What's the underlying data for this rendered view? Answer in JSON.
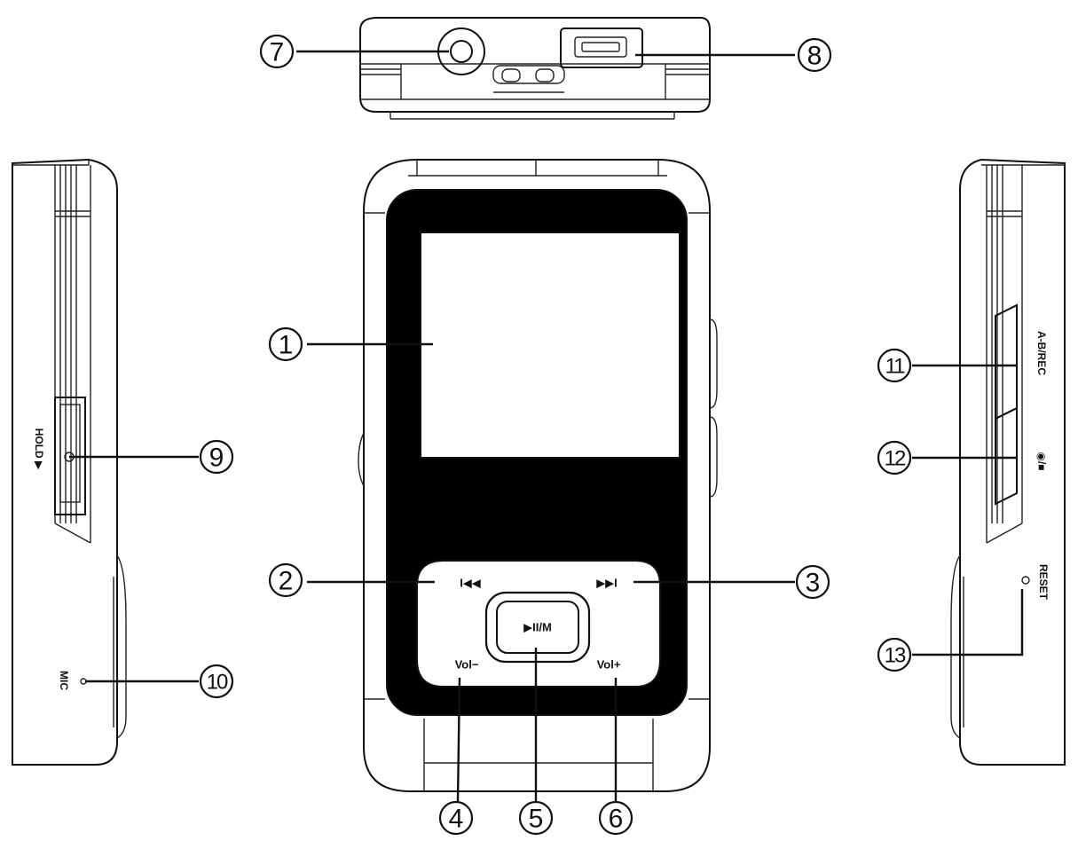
{
  "callouts": {
    "c1": "1",
    "c2": "2",
    "c3": "3",
    "c4": "4",
    "c5": "5",
    "c6": "6",
    "c7": "7",
    "c8": "8",
    "c9": "9",
    "c10": "10",
    "c11": "11",
    "c12": "12",
    "c13": "13"
  },
  "front_labels": {
    "prev": "I◀◀",
    "next": "▶▶I",
    "play": "▶II/M",
    "vol_minus": "Vol−",
    "vol_plus": "Vol+"
  },
  "side_labels": {
    "hold": "HOLD ▶",
    "mic": "MIC",
    "ab_rec": "A-B/REC",
    "power_stop": "◉/■",
    "reset": "RESET"
  }
}
